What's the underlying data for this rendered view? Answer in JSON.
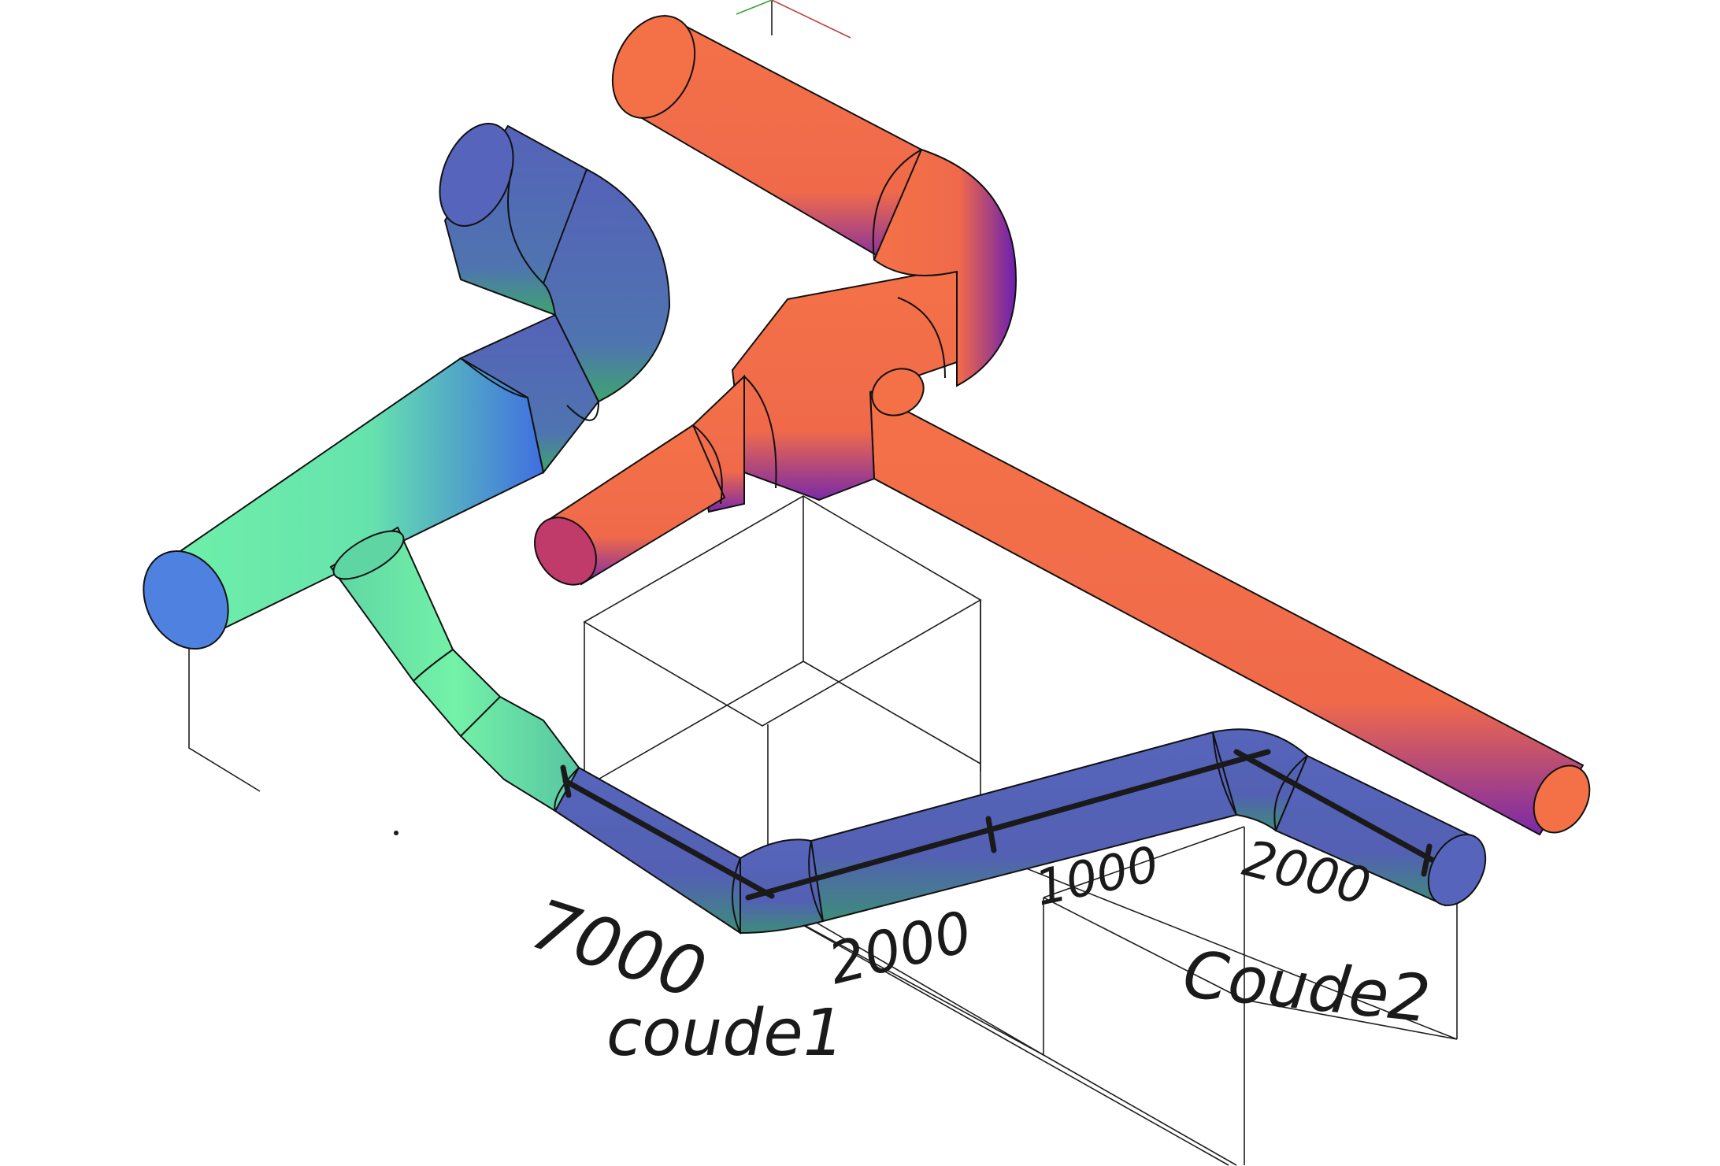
{
  "annotations": {
    "dim_segment_1": "7000",
    "dim_segment_2": "2000",
    "dim_segment_3": "1000",
    "dim_segment_4": "2000",
    "elbow_label_1": "coude1",
    "elbow_label_2": "Coude2"
  },
  "colors": {
    "orange_pipe": "#f47148",
    "orange_shade": "#7a1fa8",
    "blue_pipe": "#5562b8",
    "green_pipe": "#6ff0a8",
    "annotation_ink": "#1a1a1a",
    "wireframe": "#1e1e1e"
  }
}
